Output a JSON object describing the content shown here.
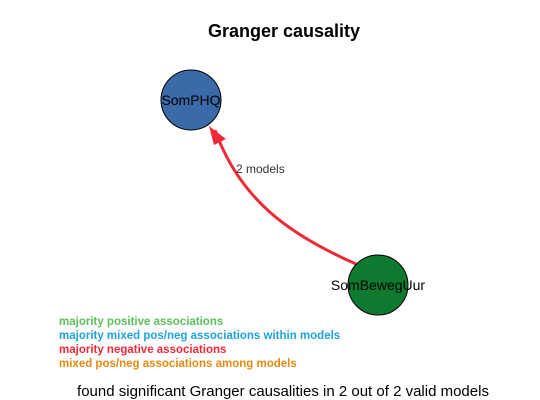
{
  "title": "Granger causality",
  "nodes": [
    {
      "id": "SomPHQ",
      "label": "SomPHQ",
      "color": "#3a6aa8"
    },
    {
      "id": "SomBewegUur",
      "label": "SomBewegUur",
      "color": "#0d7a30"
    }
  ],
  "edge": {
    "from": "SomBewegUur",
    "to": "SomPHQ",
    "label": "2 models",
    "color": "#ee2a36"
  },
  "legend": [
    {
      "text": "majority positive associations",
      "color": "#5cc05a"
    },
    {
      "text": "majority mixed pos/neg associations within models",
      "color": "#1fa3dd"
    },
    {
      "text": "majority negative associations",
      "color": "#ee2a36"
    },
    {
      "text": "mixed pos/neg associations among models",
      "color": "#e58a12"
    }
  ],
  "footer": "found significant Granger causalities in 2 out of 2 valid models"
}
